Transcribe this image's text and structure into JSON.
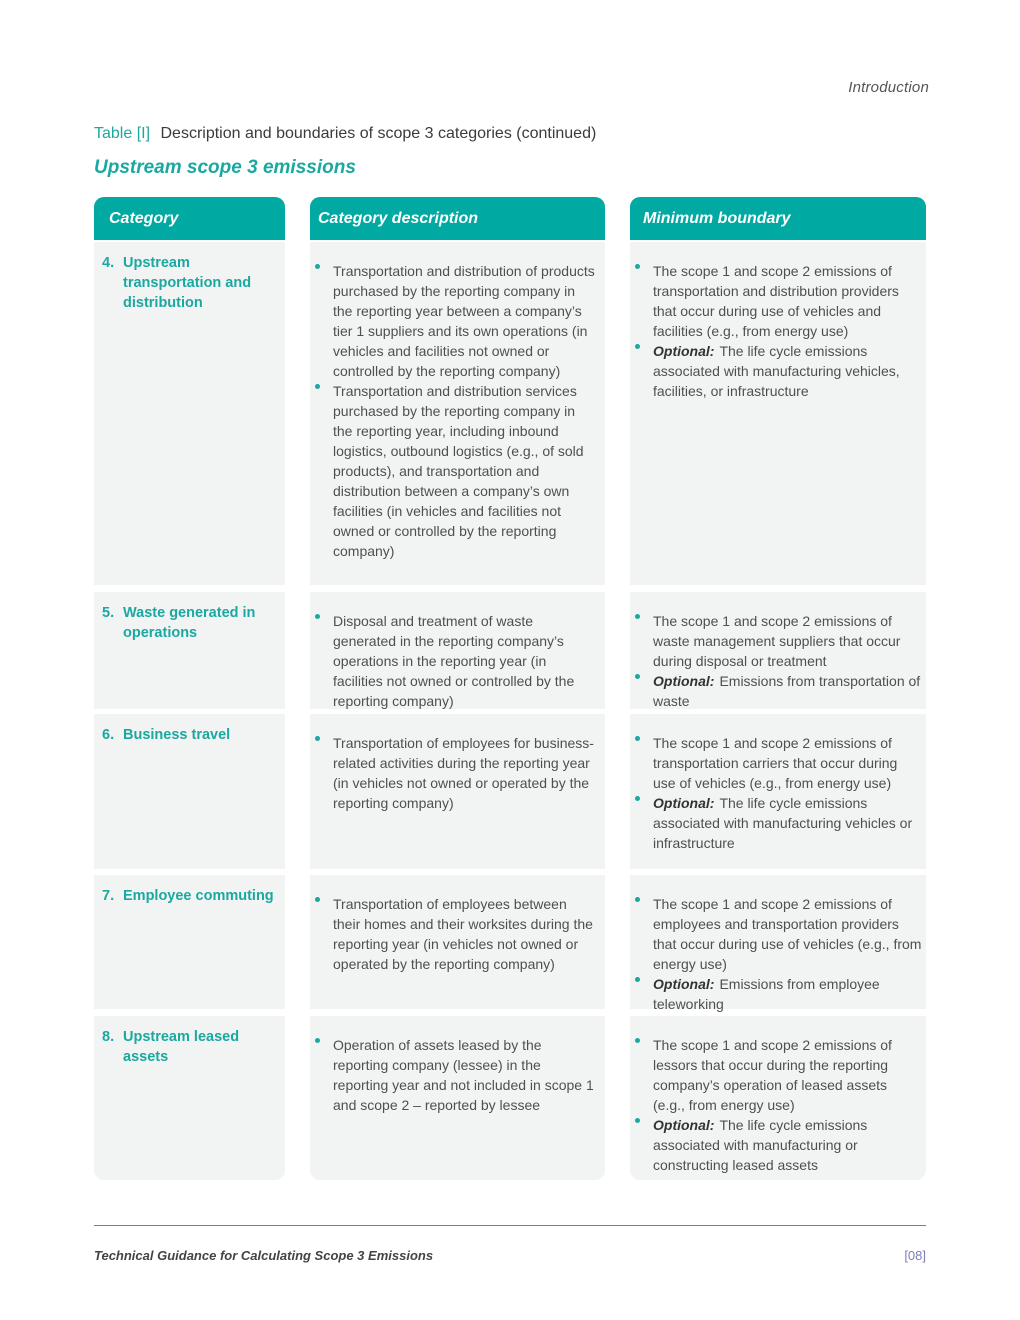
{
  "header": {
    "section": "Introduction"
  },
  "table": {
    "label": "Table [I]",
    "title": "Description and boundaries of scope 3 categories  (continued)",
    "subtitle": "Upstream scope 3 emissions",
    "columns": [
      "Category",
      "Category description",
      "Minimum boundary"
    ],
    "rows": [
      {
        "number": "4.",
        "category": "Upstream transportation and distribution",
        "description": [
          "Transportation and distribution of products purchased by the reporting company in the reporting year between a company’s tier 1 suppliers and its own operations (in vehicles and facilities not owned or controlled by the reporting company)",
          "Transportation and distribution services purchased by the reporting company in the reporting year, including inbound logistics, outbound logistics (e.g., of sold products), and transportation and distribution between a company’s own facilities (in vehicles and facilities not owned or controlled by the reporting company)"
        ],
        "boundary": "The scope 1 and scope 2 emissions of transportation and distribution providers that occur during use of vehicles and facilities (e.g., from energy use)",
        "optional_label": "Optional:",
        "optional": "The life cycle emissions associated with manufacturing vehicles, facilities, or infrastructure"
      },
      {
        "number": "5.",
        "category": "Waste generated in operations",
        "description": [
          "Disposal and treatment of waste generated in the reporting company’s operations in the reporting year (in facilities not owned or controlled by the reporting company)"
        ],
        "boundary": "The scope 1 and scope 2 emissions of waste management suppliers that occur during disposal or treatment",
        "optional_label": "Optional:",
        "optional": "Emissions from transportation of waste"
      },
      {
        "number": "6.",
        "category": "Business travel",
        "description": [
          "Transportation of employees for business-related activities during the reporting year (in vehicles not owned or operated by the reporting company)"
        ],
        "boundary": "The scope 1 and scope 2 emissions of transportation carriers that occur during use of vehicles (e.g., from energy use)",
        "optional_label": "Optional:",
        "optional": "The life cycle emissions associated with manufacturing vehicles or infrastructure"
      },
      {
        "number": "7.",
        "category": "Employee commuting",
        "description": [
          "Transportation of employees between their homes and their worksites during the reporting year (in vehicles not owned or operated by the reporting company)"
        ],
        "boundary": "The scope 1 and scope 2 emissions of employees and transportation providers that occur during use of vehicles (e.g., from energy use)",
        "optional_label": "Optional:",
        "optional": "Emissions from employee teleworking"
      },
      {
        "number": "8.",
        "category": "Upstream leased assets",
        "description": [
          "Operation of assets leased by the reporting company (lessee) in the reporting year and not included in scope 1 and scope 2 – reported by lessee"
        ],
        "boundary": "The scope 1 and scope 2 emissions of lessors that occur during the reporting company’s operation of leased assets (e.g., from energy use)",
        "optional_label": "Optional:",
        "optional": "The life cycle emissions associated with manufacturing or constructing leased assets"
      }
    ]
  },
  "footer": {
    "title": "Technical Guidance for Calculating Scope 3 Emissions",
    "page": "[08]"
  }
}
